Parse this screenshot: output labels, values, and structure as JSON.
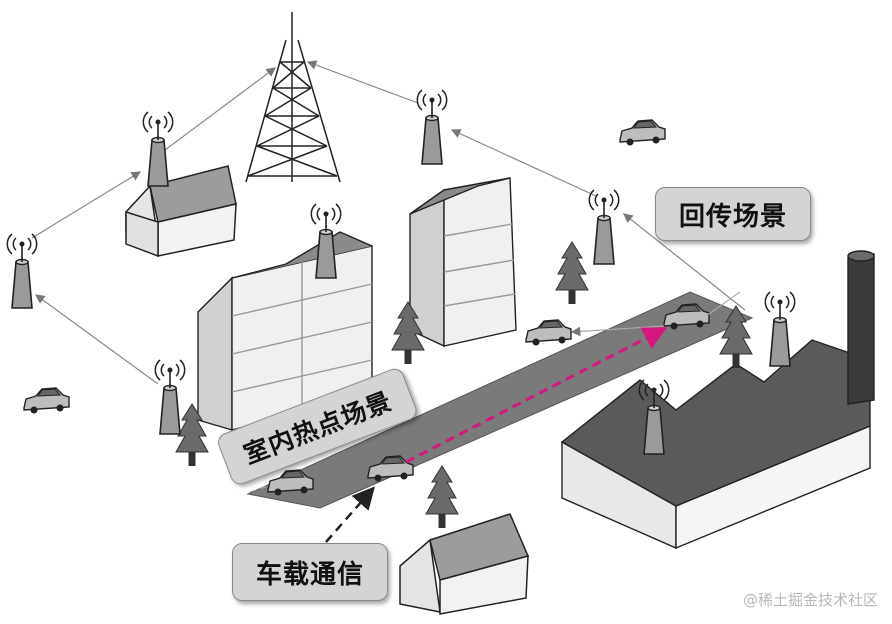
{
  "labels": {
    "backhaul": "回传场景",
    "indoor_hotspot": "室内热点场景",
    "vehicle": "车载通信"
  },
  "watermark": "@稀土掘金技术社区",
  "colors": {
    "trajectory": "#d4187f",
    "label_bg": "#d4d4d4",
    "road": "#7a7a7a",
    "factory_roof": "#5a5a5a"
  },
  "icons": [
    "lattice-tower-icon",
    "small-cell-antenna-icon",
    "car-icon",
    "house-icon",
    "tree-icon",
    "factory-icon",
    "building-icon"
  ]
}
